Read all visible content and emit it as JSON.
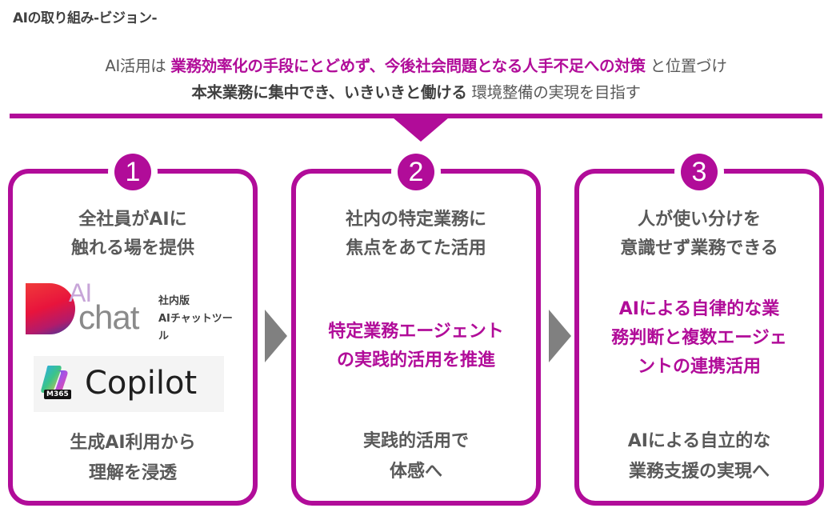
{
  "page": {
    "title": "AIの取り組み-ビジョン-"
  },
  "vision": {
    "line1": {
      "prefix": "AI活用は ",
      "highlight": "業務効率化の手段にとどめず、今後社会問題となる人手不足への対策",
      "suffix": " と位置づけ"
    },
    "line2": {
      "bold": "本来業務に集中でき、いきいきと働ける",
      "suffix": " 環境整備の実現を目指す"
    }
  },
  "colors": {
    "accent": "#b10c99",
    "text": "#595959",
    "arrow": "#808080"
  },
  "steps": [
    {
      "number": "1",
      "heading": [
        "全社員がAIに",
        "触れる場を提供"
      ],
      "logos": {
        "aichat": {
          "ai": "AI",
          "word": "chat",
          "caption": [
            "社内版",
            "AIチャットツール"
          ]
        },
        "copilot": {
          "badge": "M365",
          "word": "Copilot"
        }
      },
      "result": [
        "生成AI利用から",
        "理解を浸透"
      ]
    },
    {
      "number": "2",
      "heading": [
        "社内の特定業務に",
        "焦点をあてた活用"
      ],
      "focus": [
        "特定業務エージェント",
        "の実践的活用を推進"
      ],
      "result": [
        "実践的活用で",
        "体感へ"
      ]
    },
    {
      "number": "3",
      "heading": [
        "人が使い分けを",
        "意識せず業務できる"
      ],
      "focus": [
        "AIによる自律的な業",
        "務判断と複数エージェ",
        "ントの連携活用"
      ],
      "result": [
        "AIによる自立的な",
        "業務支援の実現へ"
      ]
    }
  ]
}
